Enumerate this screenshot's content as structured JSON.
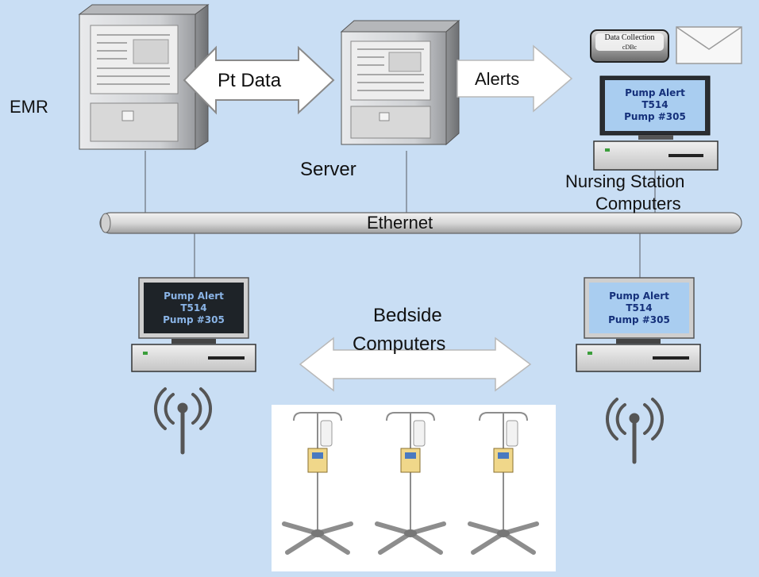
{
  "labels": {
    "emr": "EMR",
    "server": "Server",
    "pt_data": "Pt Data",
    "alerts": "Alerts",
    "ethernet": "Ethernet",
    "nursing_station_line1": "Nursing Station",
    "nursing_station_line2": "Computers",
    "bedside_line1": "Bedside",
    "bedside_line2": "Computers",
    "data_collection_line1": "Data Collection",
    "data_collection_line2": "cDBc"
  },
  "alert_screen": {
    "line1": "Pump Alert",
    "line2": "T514",
    "line3": "Pump #305"
  },
  "colors": {
    "background": "#c9def4",
    "screen_dark": "#1e2328",
    "screen_light": "#a9cdf0",
    "screen_text_dark": "#8ab4e6",
    "screen_text_light": "#15307a"
  }
}
